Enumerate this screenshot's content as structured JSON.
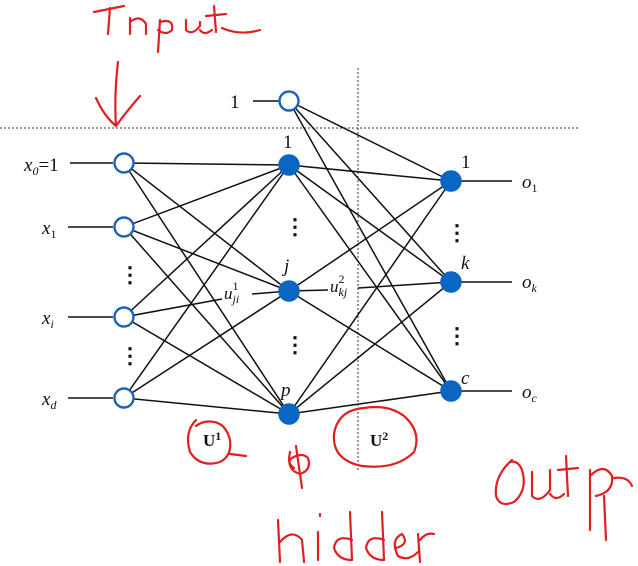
{
  "inputs": {
    "bias_label": "x",
    "bias_sub": "0",
    "bias_value": "=1",
    "x1": "x",
    "x1_sub": "1",
    "xi": "x",
    "xi_sub": "i",
    "xd": "x",
    "xd_sub": "d"
  },
  "hidden": {
    "bias_value": "1",
    "top_label": "1",
    "mid_label": "j",
    "bottom_label": "p"
  },
  "outputs": {
    "top_label": "1",
    "mid_label": "k",
    "bottom_label": "c",
    "o1": "o",
    "o1_sub": "1",
    "ok": "o",
    "ok_sub": "k",
    "oc": "o",
    "oc_sub": "c"
  },
  "weights": {
    "u1": "u",
    "u1_sup": "1",
    "u1_sub": "ji",
    "u2": "u",
    "u2_sup": "2",
    "u2_sub": "kj",
    "U1": "U",
    "U1_sup": "1",
    "U2": "U",
    "U2_sup": "2"
  },
  "handwriting": {
    "input_note": "Input",
    "hidden_note": "hidden",
    "output_note": "Output"
  },
  "colors": {
    "node_blue": "#0a66c2",
    "ink_red": "#e02020"
  }
}
